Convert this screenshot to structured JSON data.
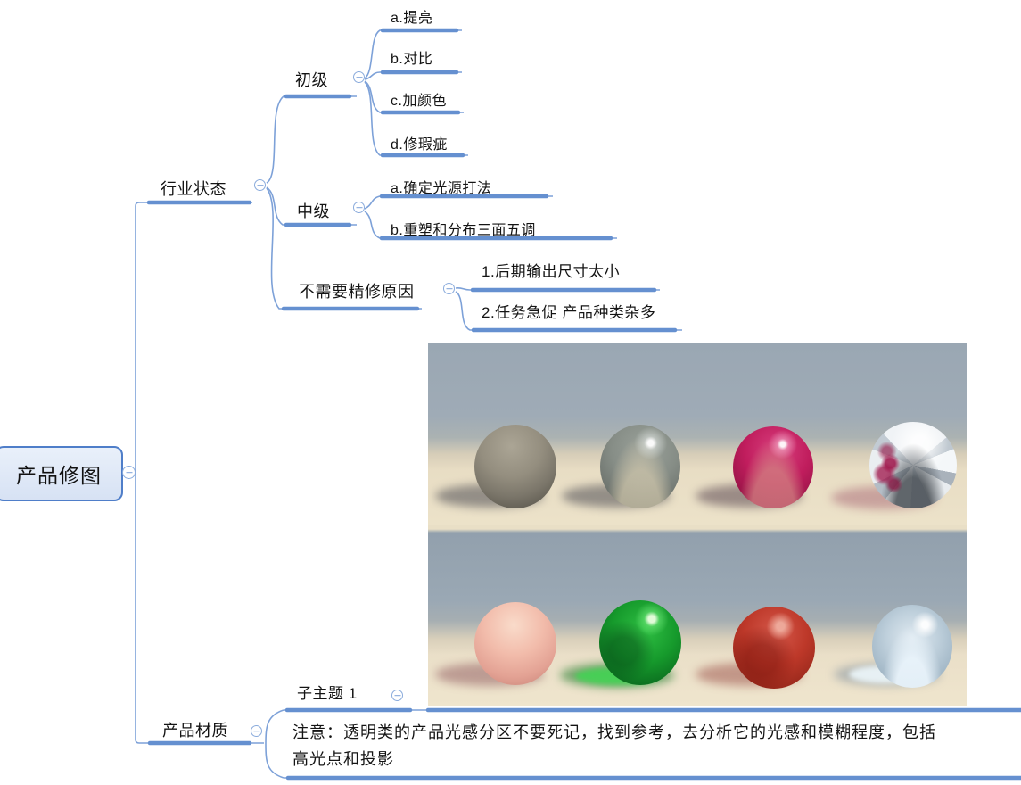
{
  "mindmap": {
    "root": {
      "label": "产品修图"
    },
    "branches": [
      {
        "label": "行业状态",
        "children": [
          {
            "label": "初级",
            "children": [
              {
                "label": "a.提亮"
              },
              {
                "label": "b.对比"
              },
              {
                "label": "c.加颜色"
              },
              {
                "label": "d.修瑕疵"
              }
            ]
          },
          {
            "label": "中级",
            "children": [
              {
                "label": "a.确定光源打法"
              },
              {
                "label": "b.重塑和分布三面五调"
              }
            ]
          },
          {
            "label": "不需要精修原因",
            "children": [
              {
                "label": "1.后期输出尺寸太小"
              },
              {
                "label": "2.任务急促 产品种类杂多"
              }
            ]
          }
        ]
      },
      {
        "label": "产品材质",
        "children": [
          {
            "label": "子主题 1",
            "image": {
              "alt": "two rows of rendered material spheres on a gray-blue and beige studio background",
              "rows": [
                [
                  "matte-gray-sphere",
                  "glossy-gray-sphere",
                  "glossy-magenta-sphere",
                  "crumpled-foil-red-sphere"
                ],
                [
                  "matte-peach-sphere",
                  "green-glass-sphere",
                  "red-translucent-sphere",
                  "blue-glass-sphere"
                ]
              ]
            }
          },
          {
            "label": "注意：透明类的产品光感分区不要死记，找到参考，去分析它的光感和模糊程度，包括高光点和投影"
          }
        ]
      }
    ],
    "icons": {
      "collapse": "collapse-minus-icon"
    },
    "colors": {
      "branch_line": "#7da1d8",
      "branch_line_thick": "#6590d0",
      "root_fill": "#dce6f5",
      "root_border": "#4f7ec9",
      "text": "#141414",
      "sphere_magenta": "#c01d5d",
      "sphere_green": "#169a2c",
      "sphere_red": "#bd3829",
      "sphere_blue": "#bfd0dc",
      "sphere_peach": "#f2bcab"
    }
  }
}
